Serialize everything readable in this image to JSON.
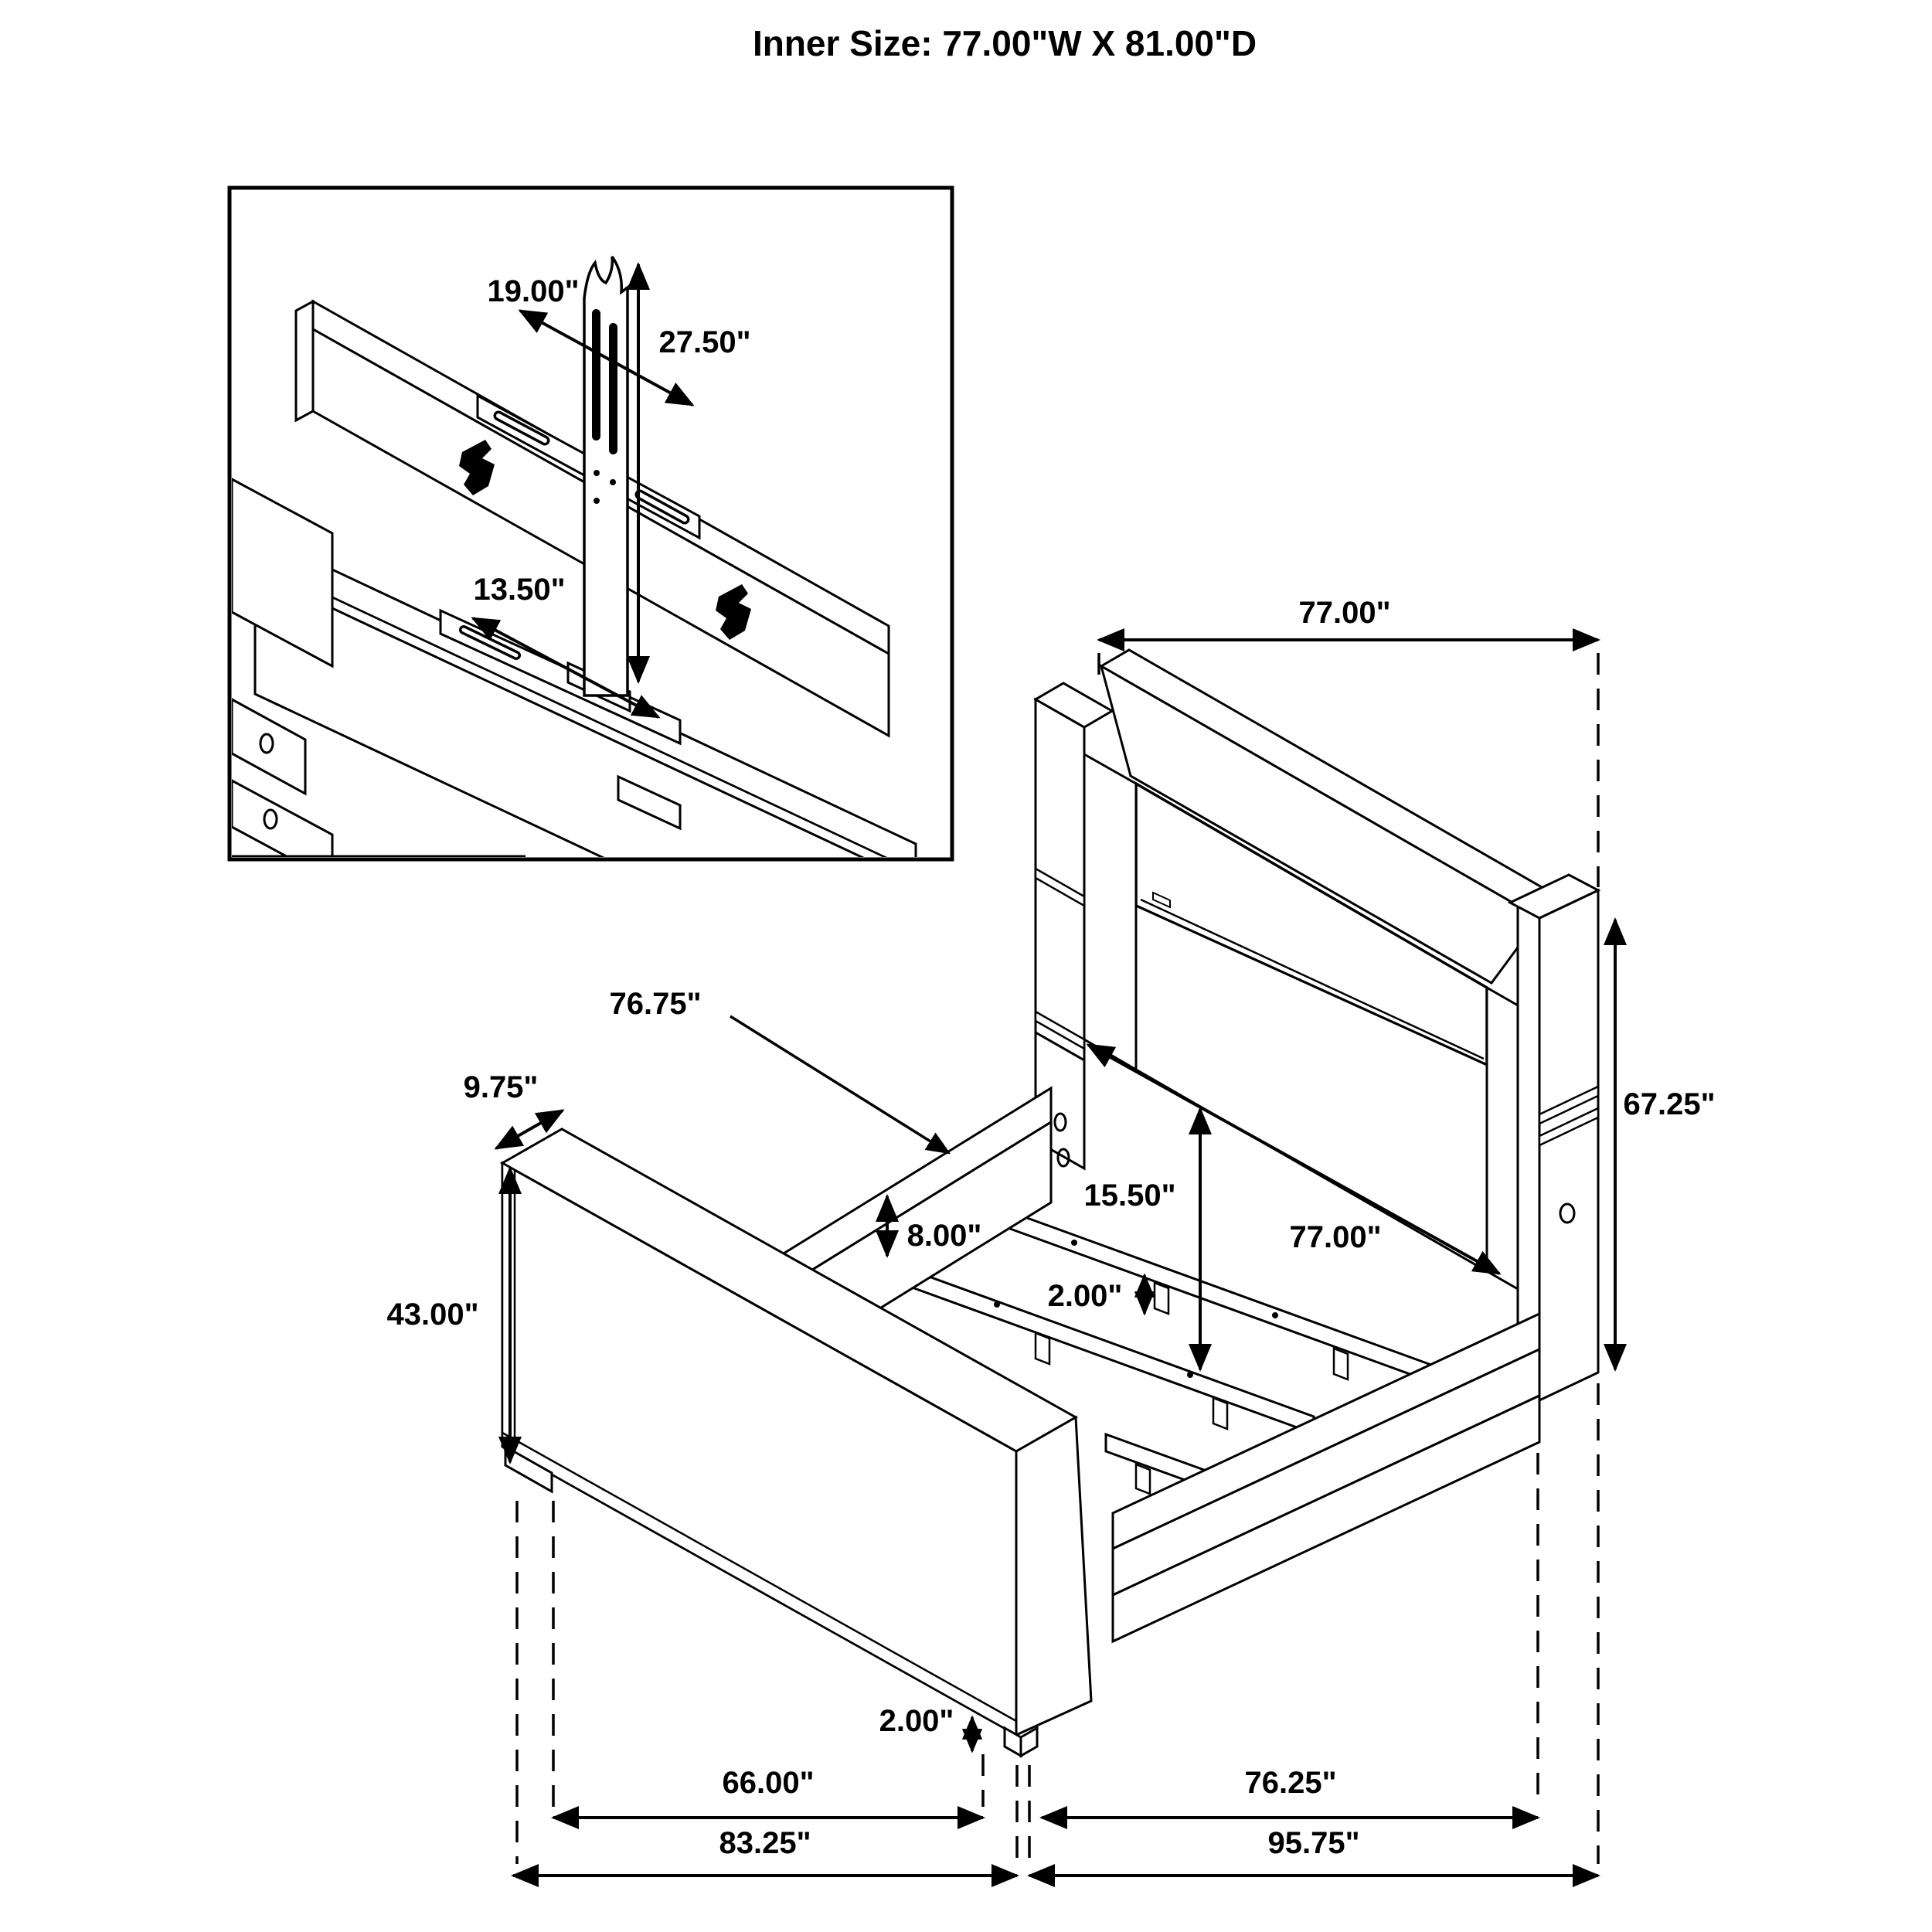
{
  "title": "Inner Size: 77.00\"W X 81.00\"D",
  "inset": {
    "bracket_strap_length": "19.00\"",
    "bracket_post_height": "27.50\"",
    "base_bar_length": "13.50\""
  },
  "dimensions": {
    "headboard_width": "77.00\"",
    "headboard_height": "67.25\"",
    "side_rail_length": "76.75\"",
    "footboard_depth": "9.75\"",
    "footboard_height": "43.00\"",
    "rail_to_slat": "8.00\"",
    "deck_height": "15.50\"",
    "inner_width": "77.00\"",
    "slat_leg_height": "2.00\"",
    "foot_leg_height": "2.00\"",
    "inner_length": "66.00\"",
    "footboard_overall": "83.25\"",
    "headboard_inner_span": "76.25\"",
    "overall_depth": "95.75\""
  }
}
